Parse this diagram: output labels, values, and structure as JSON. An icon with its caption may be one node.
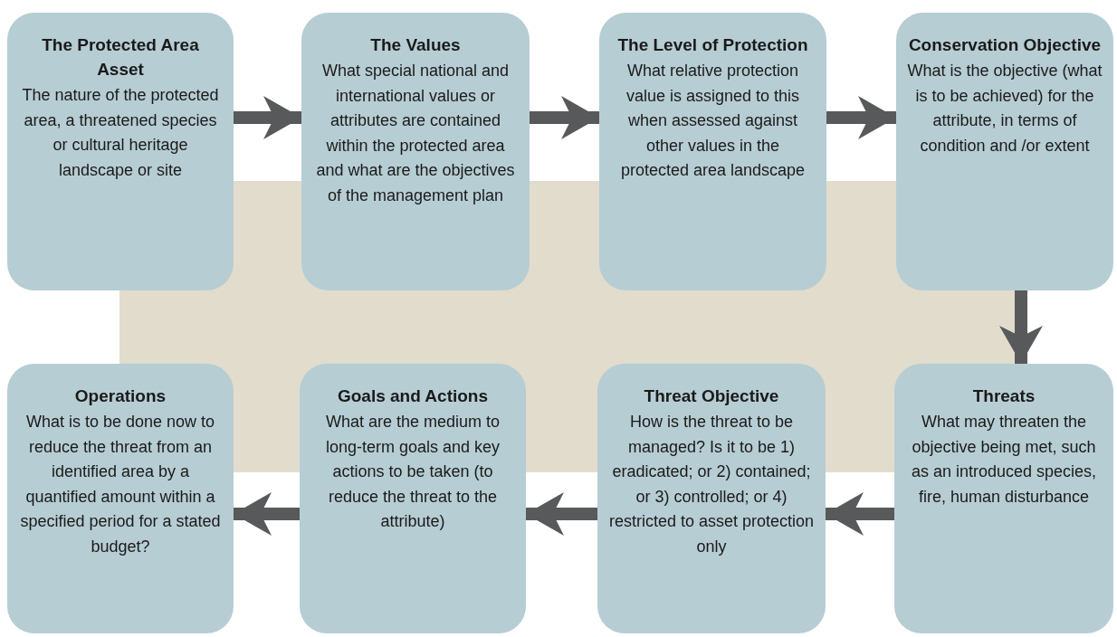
{
  "diagram": {
    "nodes": [
      {
        "text": [
          "The Protected Area Asset",
          "The nature of the protected area, a threatened species or cultural heritage landscape or site"
        ]
      },
      {
        "text": [
          "The Values",
          "What special national and international values or attributes are contained within the protected area and what are the objectives of the management plan"
        ]
      },
      {
        "text": [
          "The Level of Protection",
          "What relative protection value is assigned to this when assessed against other values in the protected area landscape"
        ]
      },
      {
        "text": [
          "Conservation Objective",
          "What is the objective (what is to be achieved) for the attribute, in terms of condition and /or extent"
        ]
      },
      {
        "text": [
          "Operations",
          "What is to be done now to reduce the threat from an identified area by a quantified amount within a specified period for a stated budget?"
        ]
      },
      {
        "text": [
          "Goals and Actions",
          "What are the medium to long-term goals and key actions to be taken (to reduce the threat to the attribute)"
        ]
      },
      {
        "text": [
          "Threat Objective",
          "How is the threat to be managed? Is it to be 1) eradicated; or 2) contained; or 3) controlled; or 4) restricted to asset protection only"
        ]
      },
      {
        "text": [
          "Threats",
          "What may threaten the objective being met, such as an introduced species, fire, human disturbance"
        ]
      }
    ],
    "edges": [
      {
        "from": 0,
        "to": 1,
        "arrow": "to"
      },
      {
        "from": 1,
        "to": 2,
        "arrow": "to"
      },
      {
        "from": 2,
        "to": 3,
        "arrow": "to"
      },
      {
        "from": 3,
        "to": 7,
        "arrow": "to"
      },
      {
        "from": 7,
        "to": 6,
        "arrow": "to"
      },
      {
        "from": 6,
        "to": 5,
        "arrow": "to"
      },
      {
        "from": 5,
        "to": 4,
        "arrow": "to"
      }
    ]
  }
}
